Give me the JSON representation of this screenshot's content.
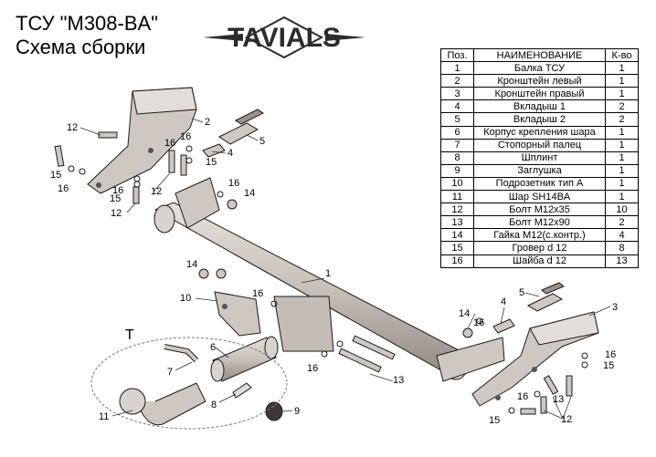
{
  "header": {
    "title_line1": "ТСУ  \"M308-BA\"",
    "title_line2": "Схема сборки",
    "logo_text": "TAVIALS"
  },
  "parts_table": {
    "headers": [
      "Поз.",
      "НАИМЕНОВАНИЕ",
      "К-во"
    ],
    "rows": [
      [
        "1",
        "Балка ТСУ",
        "1"
      ],
      [
        "2",
        "Кронштейн левый",
        "1"
      ],
      [
        "3",
        "Кронштейн правый",
        "1"
      ],
      [
        "4",
        "Вкладыш 1",
        "2"
      ],
      [
        "5",
        "Вкладыш 2",
        "2"
      ],
      [
        "6",
        "Корпус крепления шара",
        "1"
      ],
      [
        "7",
        "Стопорный палец",
        "1"
      ],
      [
        "8",
        "Шплинт",
        "1"
      ],
      [
        "9",
        "Заглушка",
        "1"
      ],
      [
        "10",
        "Подрозетник тип А",
        "1"
      ],
      [
        "11",
        "Шар SH14BA",
        "1"
      ],
      [
        "12",
        "Болт М12х35",
        "10"
      ],
      [
        "13",
        "Болт М12х90",
        "2"
      ],
      [
        "14",
        "Гайка М12(с.контр.)",
        "4"
      ],
      [
        "15",
        "Гровер d 12",
        "8"
      ],
      [
        "16",
        "Шайба d 12",
        "13"
      ]
    ]
  },
  "callouts": {
    "c1": "1",
    "c2": "2",
    "c3": "3",
    "c4a": "4",
    "c4b": "4",
    "c5a": "5",
    "c5b": "5",
    "c6": "6",
    "c7": "7",
    "c8": "8",
    "c9": "9",
    "c10": "10",
    "c11": "11",
    "c12a": "12",
    "c12b": "12",
    "c12c": "12",
    "c12d": "12",
    "c13a": "13",
    "c13b": "13",
    "c14a": "14",
    "c14b": "14",
    "c14c": "14",
    "c15a": "15",
    "c15b": "15",
    "c15c": "15",
    "c15d": "15",
    "c15e": "15",
    "c16a": "16",
    "c16b": "16",
    "c16c": "16",
    "c16d": "16",
    "c16e": "16",
    "c16f": "16",
    "c16g": "16",
    "c16h": "16",
    "c16i": "16",
    "c16j": "16",
    "t_label": "T"
  },
  "colors": {
    "part_fill": "#cfc8c2",
    "part_dark": "#9a928c",
    "stroke": "#1a1a1a",
    "logo": "#2b2b2b"
  }
}
